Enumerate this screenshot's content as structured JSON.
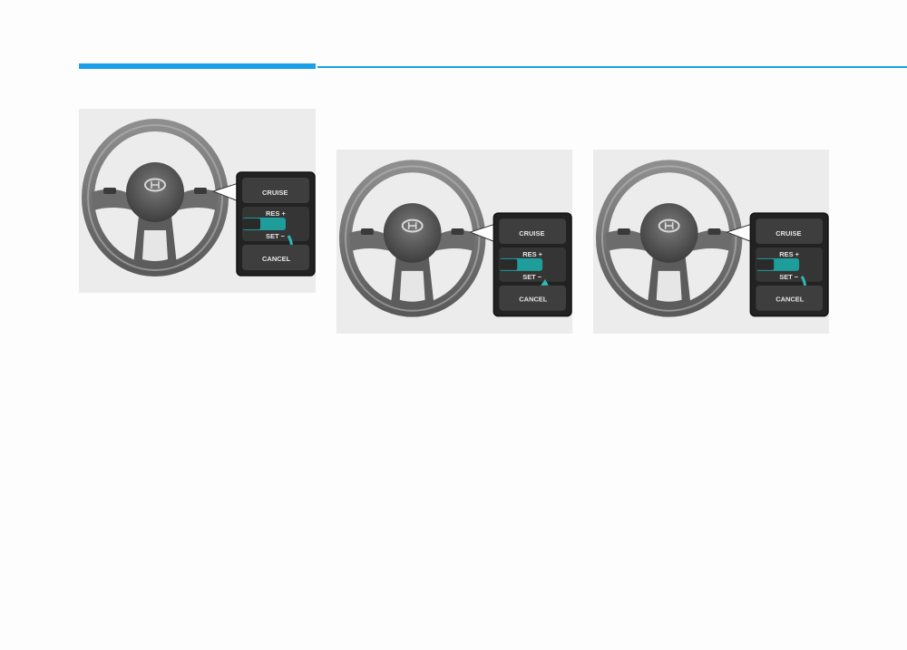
{
  "header": {
    "accent_color": "#1aa0e8"
  },
  "figures": [
    {
      "id": "fig1",
      "labels": {
        "cruise": "CRUISE",
        "res": "RES",
        "set": "SET",
        "cancel": "CANCEL"
      },
      "switch_direction": "down",
      "accent": "#1e9e9a"
    },
    {
      "id": "fig2",
      "labels": {
        "cruise": "CRUISE",
        "res": "RES",
        "set": "SET",
        "cancel": "CANCEL"
      },
      "switch_direction": "up",
      "accent": "#1e9e9a"
    },
    {
      "id": "fig3",
      "labels": {
        "cruise": "CRUISE",
        "res": "RES",
        "set": "SET",
        "cancel": "CANCEL"
      },
      "switch_direction": "down",
      "accent": "#1e9e9a"
    }
  ]
}
